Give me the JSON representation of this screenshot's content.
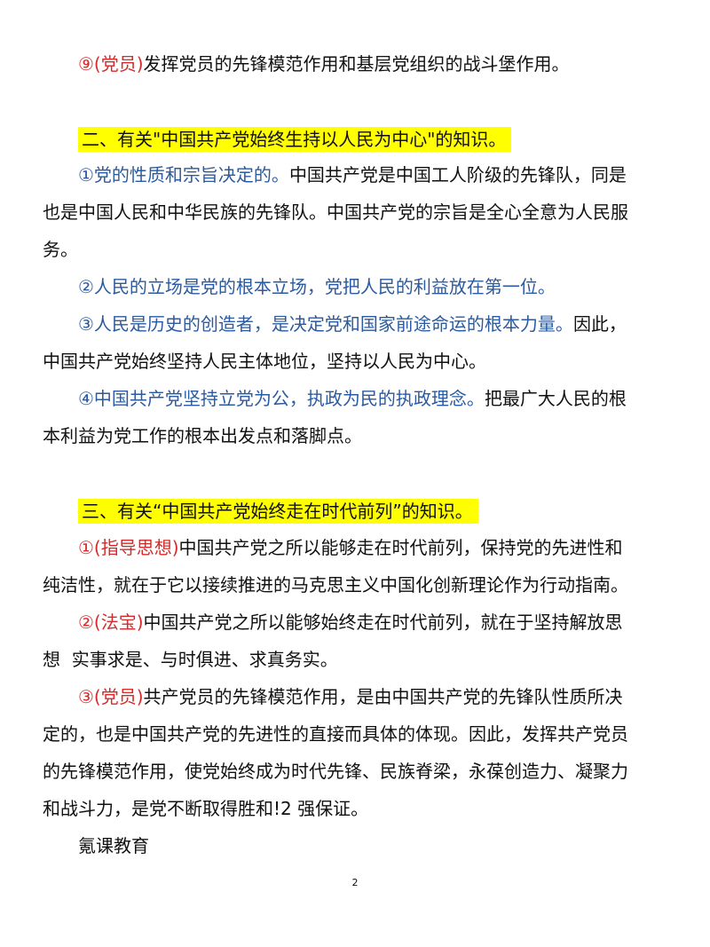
{
  "doc": {
    "p0": {
      "marker": "⑨(党员)",
      "rest": "发挥党员的先锋模范作用和基层党组织的战斗堡作用。"
    },
    "h2": "二、有关\"中国共产党始终生持以人民为中心\"的知识。",
    "s2p1": {
      "lead": "①党的性质和宗旨决定的。",
      "rest": "中国共产党是中国工人阶级的先锋队，同是",
      "l2": "也是中国人民和中华民族的先锋队。中国共产党的宗旨是全心全意为人民服",
      "l3": "务。"
    },
    "s2p2": {
      "lead": "②人民的立场是党的根本立场，党把人民的利益放在第一位。"
    },
    "s2p3": {
      "lead": "③人民是历史的创造者，是决定党和国家前途命运的根本力量。",
      "rest": "因此，",
      "l2": "中国共产党始终坚持人民主体地位，坚持以人民为中心。"
    },
    "s2p4": {
      "lead": "④中国共产党坚持立党为公，执政为民的执政理念。",
      "rest": "把最广大人民的根",
      "l2": "本利益为党工作的根本出发点和落脚点。"
    },
    "h3": "三、有关“中国共产党始终走在时代前列”的知识。",
    "s3p1": {
      "marker": "①(指导思想)",
      "rest": "中国共产党之所以能够走在时代前列，保持党的先进性和",
      "l2": "纯洁性，就在于它以接续推进的马克思主义中国化创新理论作为行动指南。"
    },
    "s3p2": {
      "marker": "②(法宝)",
      "rest": "中国共产党之所以能够始终走在时代前列，就在于坚持解放思",
      "l2": "想  实事求是、与时俱进、求真务实。"
    },
    "s3p3": {
      "marker": "③(党员)",
      "rest": "共产党员的先锋模范作用，是由中国共产党的先锋队性质所决",
      "l2": "定的，也是中国共产党的先进性的直接而具体的体现。因此，发挥共产党员",
      "l3": "的先锋模范作用，使党始终成为时代先锋、民族脊梁，永葆创造力、凝聚力",
      "l4": "和战斗力，是党不断取得胜和!2 强保证。"
    },
    "footer": "氪课教育",
    "page_number": "2"
  }
}
